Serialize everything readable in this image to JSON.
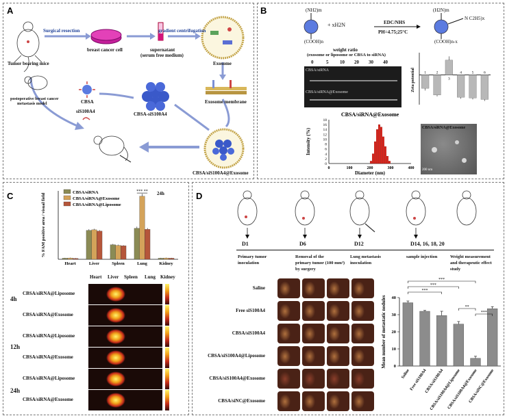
{
  "panels": {
    "a": {
      "label": "A"
    },
    "b": {
      "label": "B"
    },
    "c": {
      "label": "C"
    },
    "d": {
      "label": "D"
    }
  },
  "panel_a": {
    "surgical_resection": "Surgical resection",
    "breast_cancer_cell": "breast cancer cell",
    "gradient_centrifugation": "gradient centrifugation",
    "supernatant": "supernatant",
    "serum_free": "(serum free medium)",
    "exosome": "Exosome",
    "tumor_bearing_mice": "Tumor bearing mice",
    "postoperative_line1": "postoperative breast cancer",
    "postoperative_line2": "metastasis model",
    "cbsa": "CBSA",
    "sis100a4": "siS100A4",
    "cbsa_sis100a4": "CBSA-siS100A4",
    "exosome_membrane": "Exosome membrane",
    "cbsa_sis100a4_exosome": "CBSA/siS100A4@Exosome"
  },
  "panel_b": {
    "formula_left_top": "(NH2)m",
    "formula_left_bottom": "(COOH)n",
    "plus_reagent": "+   xH2N",
    "reaction_conditions_top": "EDC/NHS",
    "reaction_conditions_bottom": "PH=4.75;25°C",
    "formula_right_top": "(H2N)m",
    "formula_right_bottom": "(COOH)n-x",
    "formula_right_group": "N   C2H5)x",
    "weight_ratio": "weight ratio",
    "weight_ratio_sub": "(exosome or liposome or CBSA to siRNA)",
    "ratios": [
      "0",
      "5",
      "10",
      "20",
      "30",
      "40"
    ],
    "gel_label_1": "CBSA/siRNA",
    "gel_label_2": "CBSA/siRNA@Exosome",
    "tem_label": "CBSA/siRNA@Exosome",
    "scale_bar": "200 nm"
  },
  "panel_c": {
    "time_24h": "24h",
    "time_4h": "4h",
    "time_12h": "12h",
    "time_24h_b": "24h",
    "organ_header": [
      "Heart",
      "Liver",
      "Spleen",
      "Lung",
      "Kidney"
    ],
    "image_rows": [
      "CBSA/siRNA@Liposome",
      "CBSA/siRNA@Exosome",
      "CBSA/siRNA@Liposome",
      "CBSA/siRNA@Exosome",
      "CBSA/siRNA@Liposome",
      "CBSA/siRNA@Exosome"
    ]
  },
  "panel_d": {
    "timeline_days": [
      "D1",
      "D6",
      "D12",
      "D14, 16, 18, 20",
      ""
    ],
    "timeline_events": [
      "Primary tumor\ninoculation",
      "Removal of the\nprimary tumor (100 mm³)\nby surgery",
      "Lung metastasis\ninoculation",
      "sample injection",
      "Weight measurement\nand therapeutic effect\nstudy"
    ],
    "group_rows": [
      "Saline",
      "Free siS100A4",
      "CBSA/siS100A4",
      "CBSA/siS100A4@Liposome",
      "CBSA/siS100A4@Exosome",
      "CBSA/siNC@Exosome"
    ]
  },
  "chart_data": [
    {
      "id": "zeta",
      "type": "bar",
      "categories": [
        "1",
        "2",
        "3",
        "4",
        "5",
        "6"
      ],
      "values": [
        -18,
        -27,
        20,
        -30,
        -31,
        -33
      ],
      "errors": [
        3,
        2,
        5,
        2,
        2,
        2
      ],
      "xlabel": "",
      "ylabel": "Zeta potential",
      "ylim": [
        -40,
        30
      ]
    },
    {
      "id": "dls",
      "type": "bar",
      "title": "CBSA/siRNA@Exosome",
      "xlabel": "Diameter (nm)",
      "ylabel": "Intensity (%)",
      "x": [
        205,
        215,
        225,
        235,
        245,
        255,
        265,
        275,
        285,
        295
      ],
      "values": [
        1,
        4,
        9,
        14,
        16,
        15,
        11,
        7,
        3,
        1
      ],
      "xlim": [
        0,
        400
      ],
      "ylim": [
        0,
        18
      ],
      "xticks": [
        0,
        100,
        200,
        300,
        400
      ],
      "yticks": [
        0,
        2,
        4,
        6,
        8,
        10,
        12,
        14,
        16,
        18
      ]
    },
    {
      "id": "fam",
      "type": "bar",
      "ylabel": "% FAM positive area / visual field",
      "categories": [
        "Heart",
        "Liver",
        "Spleen",
        "Lung",
        "Kidney"
      ],
      "series": [
        {
          "name": "CBSA/siRNA",
          "color": "#8b8b55",
          "values": [
            0.5,
            13.5,
            6.8,
            14.5,
            0.5
          ],
          "errors": [
            0.2,
            0.6,
            0.4,
            0.8,
            0.2
          ]
        },
        {
          "name": "CBSA/siRNA@Exosome",
          "color": "#d4a35a",
          "values": [
            0.6,
            13.8,
            6.5,
            29.5,
            0.6
          ],
          "errors": [
            0.2,
            0.5,
            0.4,
            1.2,
            0.2
          ]
        },
        {
          "name": "CBSA/siRNA@Liposome",
          "color": "#b5563a",
          "values": [
            0.4,
            13.2,
            6.3,
            14.0,
            0.5
          ],
          "errors": [
            0.2,
            0.5,
            0.3,
            0.7,
            0.2
          ]
        }
      ],
      "significance": "*** **",
      "ylim": [
        0,
        32
      ]
    },
    {
      "id": "nodules",
      "type": "bar",
      "ylabel": "Mean number of metastatic nodules",
      "categories": [
        "Saline",
        "Free siS100A4",
        "CBSA/siS100A4",
        "CBSA/siS100A4@Liposome",
        "CBSA/siS100A4@Exosome",
        "CBSA/siNC@Exosome"
      ],
      "values": [
        37,
        32,
        29.5,
        24.5,
        4.5,
        33.5
      ],
      "errors": [
        1,
        0.5,
        2.5,
        1.5,
        1.2,
        1.2
      ],
      "ylim": [
        0,
        40
      ],
      "yticks": [
        0,
        10,
        20,
        30,
        40
      ],
      "significance": [
        "***",
        "***",
        "***",
        "**",
        "***"
      ]
    }
  ]
}
